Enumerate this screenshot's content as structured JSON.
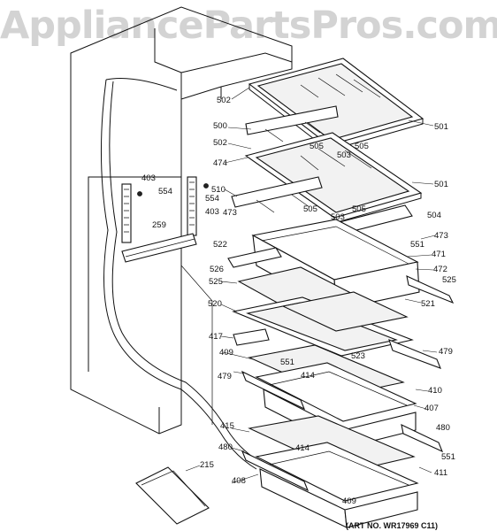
{
  "watermark": "AppliancePartsPros.com",
  "art_number": "(ART NO. WR17969 C11)",
  "parts": {
    "p502a": "502",
    "p501a": "501",
    "p500": "500",
    "p505a": "505",
    "p505b": "505",
    "p503a": "503",
    "p502b": "502",
    "p474": "474",
    "p501b": "501",
    "p510": "510",
    "p505c": "505",
    "p505d": "505",
    "p503b": "503",
    "p504": "504",
    "p403a": "403",
    "p554a": "554",
    "p554b": "554",
    "p403b": "403",
    "p473a": "473",
    "p473b": "473",
    "p551a": "551",
    "p259": "259",
    "p522": "522",
    "p471": "471",
    "p526": "526",
    "p472": "472",
    "p525a": "525",
    "p525b": "525",
    "p521": "521",
    "p520": "520",
    "p417": "417",
    "p409a": "409",
    "p523": "523",
    "p479a": "479",
    "p551b": "551",
    "p414a": "414",
    "p479b": "479",
    "p410": "410",
    "p407": "407",
    "p415": "415",
    "p480a": "480",
    "p480b": "480",
    "p414b": "414",
    "p551c": "551",
    "p411": "411",
    "p215": "215",
    "p408": "408",
    "p409b": "409"
  }
}
